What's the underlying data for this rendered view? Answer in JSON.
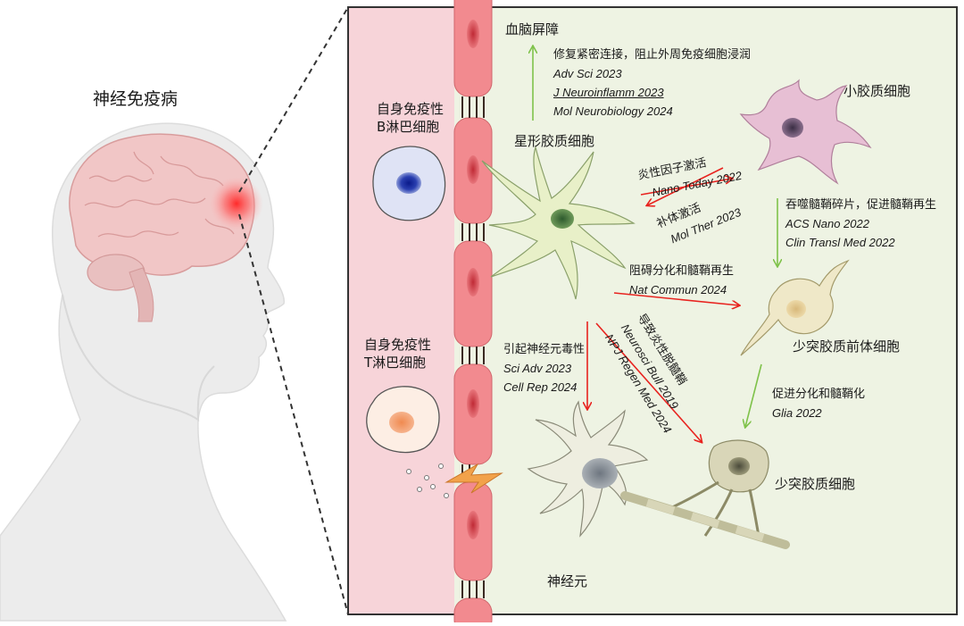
{
  "title": "神经免疫病",
  "cells": {
    "b_cell": [
      "自身免疫性",
      "B淋巴细胞"
    ],
    "t_cell": [
      "自身免疫性",
      "T淋巴细胞"
    ],
    "astrocyte": "星形胶质细胞",
    "microglia": "小胶质细胞",
    "opc": "少突胶质前体细胞",
    "oligodendrocyte": "少突胶质细胞",
    "neuron": "神经元",
    "bbb": "血脑屏障"
  },
  "annotations": {
    "bbb_repair": {
      "text": "修复紧密连接，阻止外周免疫细胞浸润",
      "refs": [
        "Adv Sci 2023",
        "J Neuroinflamm 2023",
        "Mol Neurobiology 2024"
      ]
    },
    "inflammatory_activation": {
      "text": "炎性因子激活",
      "ref": "Nano Today 2022"
    },
    "complement_activation": {
      "text": "补体激活",
      "ref": "Mol Ther 2023"
    },
    "phagocytosis": {
      "text": "吞噬髓鞘碎片，促进髓鞘再生",
      "refs": [
        "ACS Nano 2022",
        "Clin Transl Med 2022"
      ]
    },
    "block_diff": {
      "text": "阻碍分化和髓鞘再生",
      "ref": "Nat Commun 2024"
    },
    "neurotoxicity": {
      "text": "引起神经元毒性",
      "refs": [
        "Sci Adv 2023",
        "Cell Rep 2024"
      ]
    },
    "demyelination": {
      "text": "导致炎性脱髓鞘",
      "refs": [
        "Neurosci Bull 2019",
        "NPJ Regen Med 2024"
      ]
    },
    "promote_diff": {
      "text": "促进分化和髓鞘化",
      "ref": "Glia 2022"
    }
  },
  "colors": {
    "panel_bg": "#eef3e3",
    "vessel_bg": "#f7d4d9",
    "endothelial": "#f28a8f",
    "nucleus_red": "#d9434c",
    "inhibit_arrow": "#e8231f",
    "promote_arrow": "#7fc24a"
  }
}
